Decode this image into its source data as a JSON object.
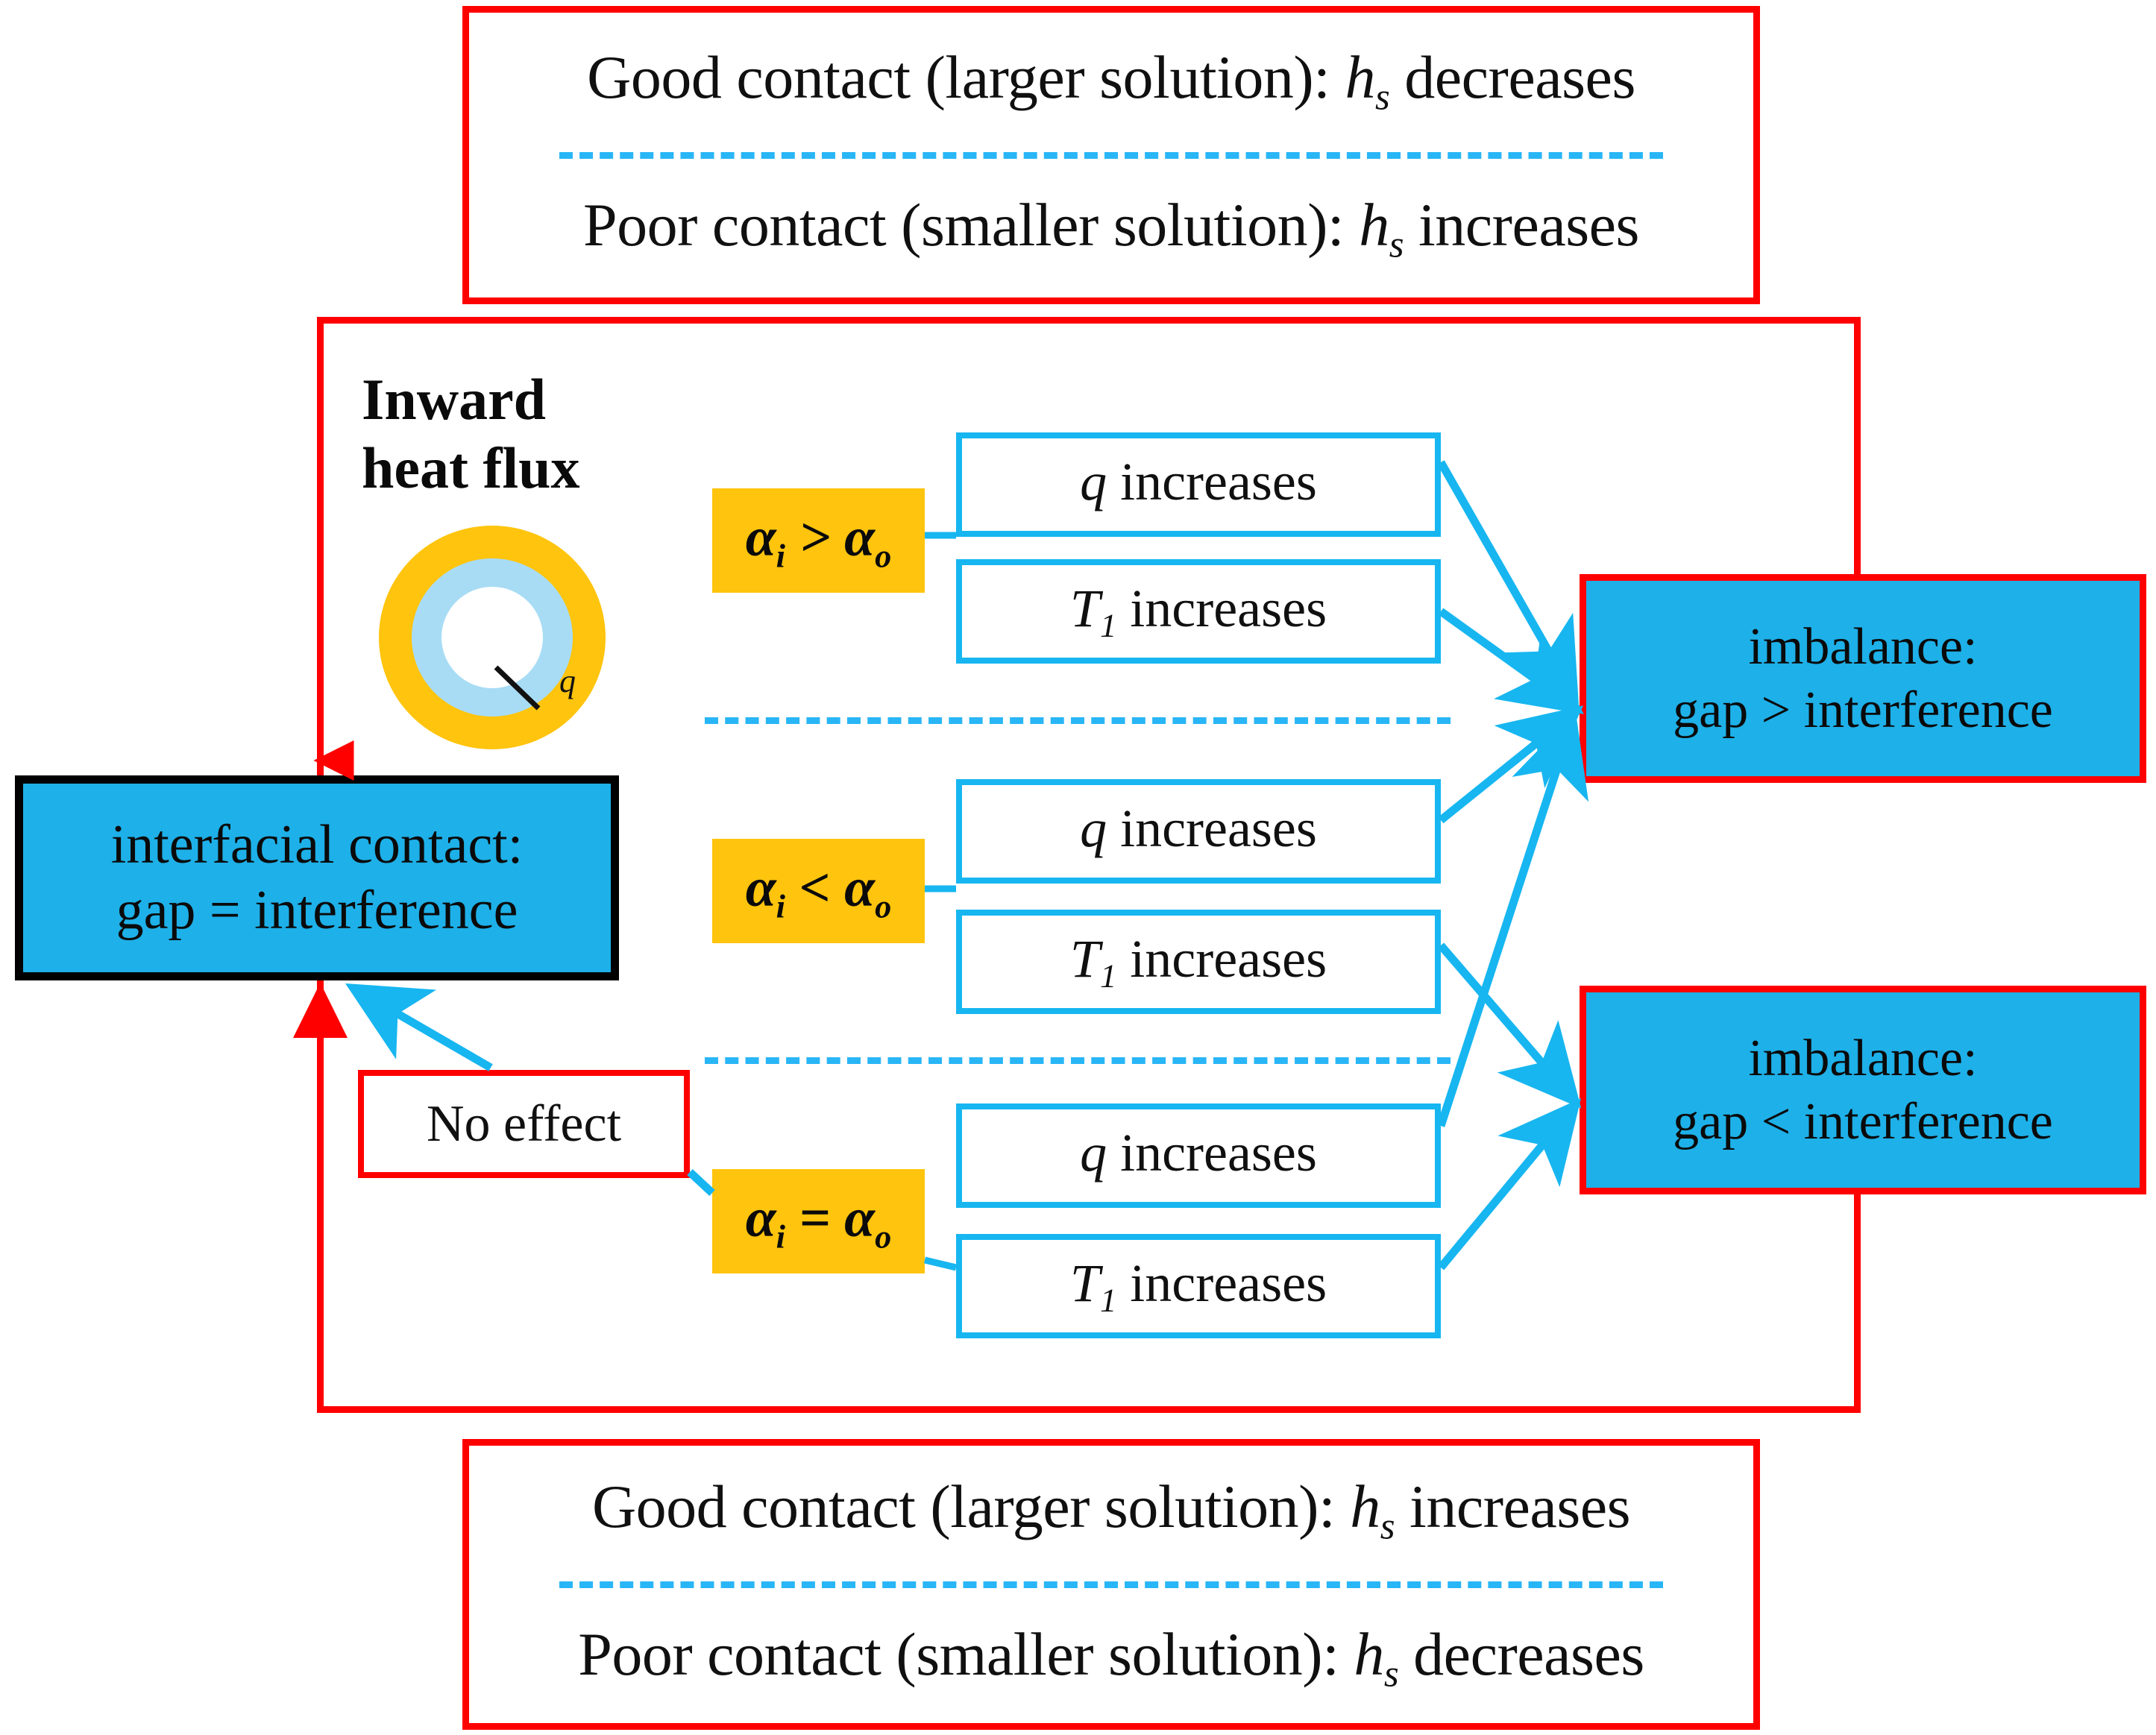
{
  "colors": {
    "red": "#ff0000",
    "cyan_fill": "#1eb0e8",
    "cyan_line": "#17b6f0",
    "yellow": "#ffc40d",
    "ring_outer": "#ffc40d",
    "ring_middle": "#a8dcf5",
    "ring_inner": "#ffffff",
    "black": "#000000",
    "white": "#ffffff"
  },
  "top_panel": {
    "line1_pre": "Good contact (larger solution): ",
    "line1_sym": "h",
    "line1_sub": "s",
    "line1_post": " decreases",
    "line2_pre": "Poor contact (smaller solution): ",
    "line2_sym": "h",
    "line2_sub": "s",
    "line2_post": " increases"
  },
  "bottom_panel": {
    "line1_pre": "Good contact (larger solution): ",
    "line1_sym": "h",
    "line1_sub": "s",
    "line1_post": " increases",
    "line2_pre": "Poor contact (smaller solution): ",
    "line2_sym": "h",
    "line2_sub": "s",
    "line2_post": " decreases"
  },
  "heading": {
    "line1": "Inward",
    "line2": "heat flux"
  },
  "ring": {
    "flux_label": "q"
  },
  "source_box": {
    "line1": "interfacial contact:",
    "line2": "gap = interference"
  },
  "no_effect_box": {
    "label": "No effect"
  },
  "conditions": [
    {
      "alpha_sym": "α",
      "alpha_sub1": "i",
      "alpha_rel": " > ",
      "alpha_sym2": "α",
      "alpha_sub2": "o",
      "effects": [
        {
          "sym": "q",
          "sub": "",
          "text": " increases"
        },
        {
          "sym": "T",
          "sub": "1",
          "text": " increases"
        }
      ]
    },
    {
      "alpha_sym": "α",
      "alpha_sub1": "i",
      "alpha_rel": " < ",
      "alpha_sym2": "α",
      "alpha_sub2": "o",
      "effects": [
        {
          "sym": "q",
          "sub": "",
          "text": " increases"
        },
        {
          "sym": "T",
          "sub": "1",
          "text": " increases"
        }
      ]
    },
    {
      "alpha_sym": "α",
      "alpha_sub1": "i",
      "alpha_rel": " = ",
      "alpha_sym2": "α",
      "alpha_sub2": "o",
      "effects": [
        {
          "sym": "q",
          "sub": "",
          "text": " increases"
        },
        {
          "sym": "T",
          "sub": "1",
          "text": " increases"
        }
      ]
    }
  ],
  "outcomes": [
    {
      "line1": "imbalance:",
      "line2": "gap > interference"
    },
    {
      "line1": "imbalance:",
      "line2": "gap < interference"
    }
  ]
}
